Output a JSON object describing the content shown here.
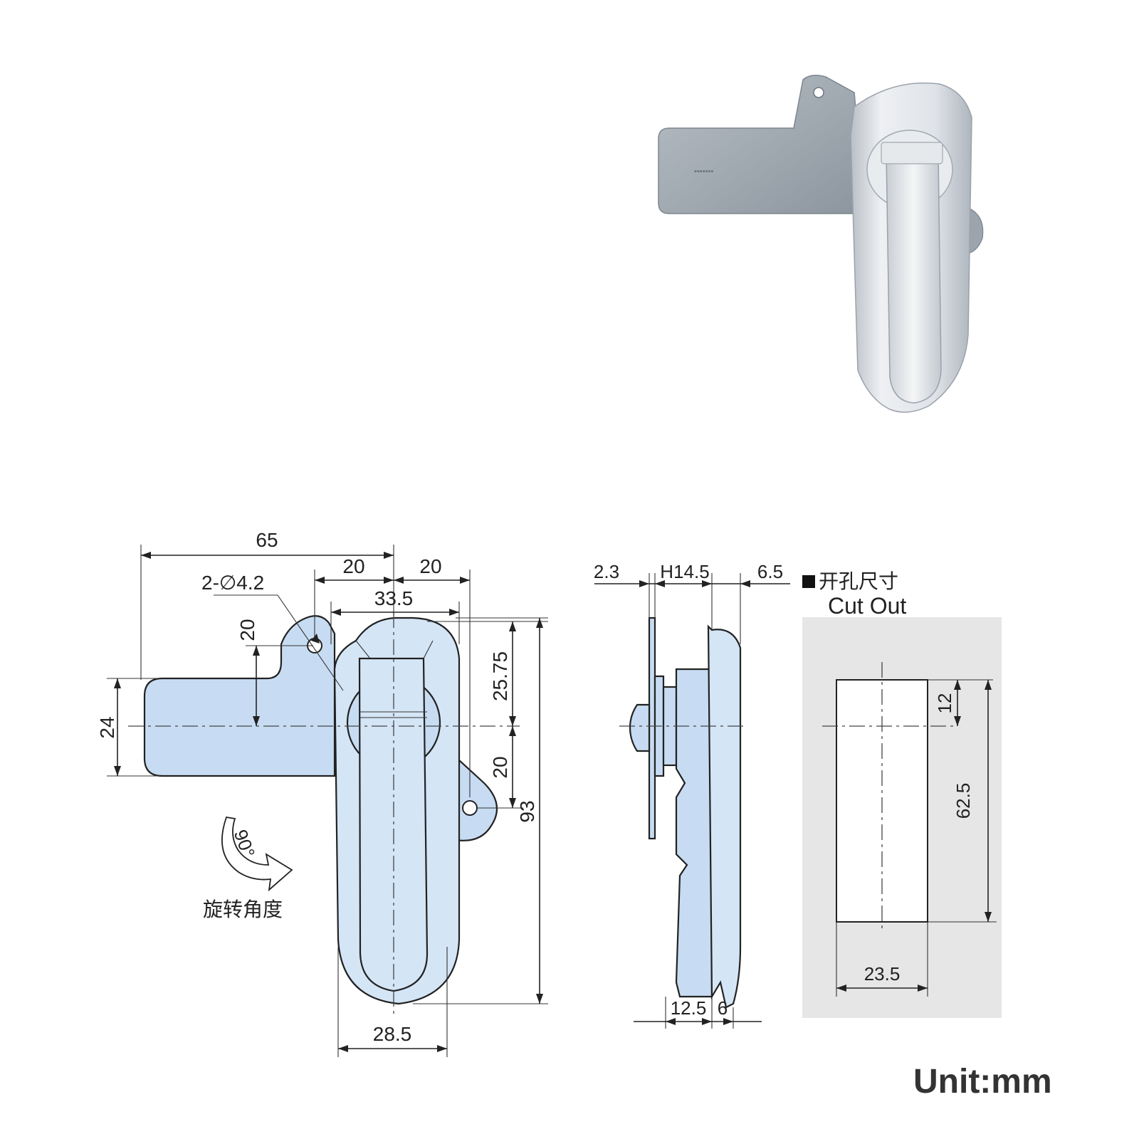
{
  "photo": {
    "alt_name": "latch-product-photo"
  },
  "front_view": {
    "dims": {
      "overall_width": "65",
      "hole_spec": "2-∅4.2",
      "left_20": "20",
      "right_20": "20",
      "width_33_5": "33.5",
      "v_20_top": "20",
      "v_24": "24",
      "v_25_75": "25.75",
      "v_20_right": "20",
      "v_93": "93",
      "bottom_28_5": "28.5"
    },
    "rotation_label": "90°",
    "rotation_caption": "旋转角度"
  },
  "side_view": {
    "dims": {
      "d_2_3": "2.3",
      "d_h14_5": "H14.5",
      "d_6_5": "6.5",
      "d_12_5": "12.5",
      "d_6": "6"
    }
  },
  "cutout": {
    "title_cn": "开孔尺寸",
    "title_en": "Cut Out",
    "d_12": "12",
    "d_62_5": "62.5",
    "d_23_5": "23.5"
  },
  "unit_label": "Unit:mm",
  "colors": {
    "part_fill": "#c7dcf2",
    "cutout_bg": "#e6e6e6",
    "photo_body": "#dde1e6",
    "photo_plate": "#9aa3ab"
  }
}
